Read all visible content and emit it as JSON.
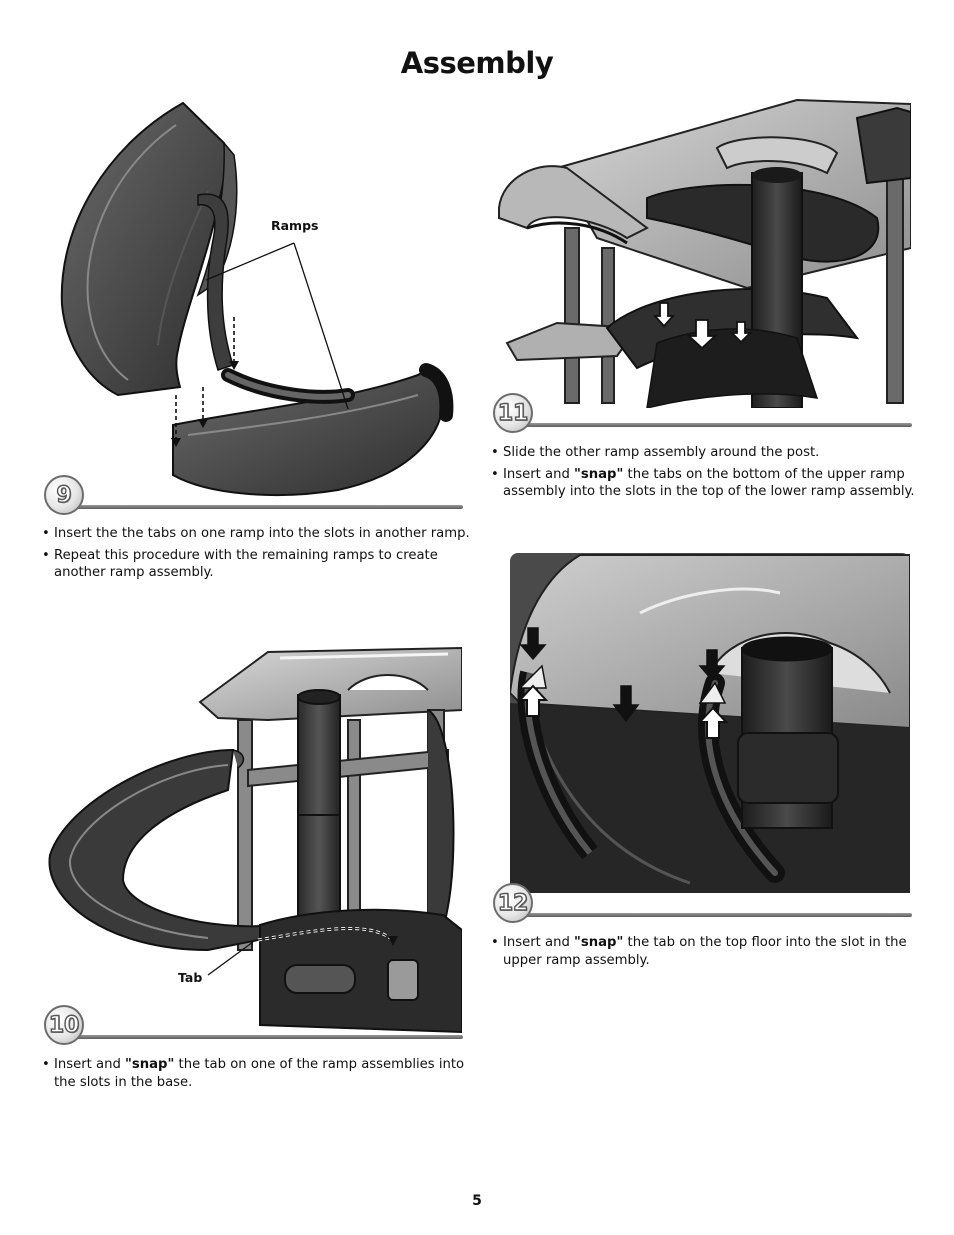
{
  "page": {
    "title": "Assembly",
    "page_number": "5"
  },
  "steps": [
    {
      "number": "9",
      "callout": "Ramps",
      "bullets": [
        {
          "text": "Insert the the tabs on one ramp into the slots in another ramp."
        },
        {
          "text": "Repeat this procedure with the remaining ramps to create another ramp assembly."
        }
      ]
    },
    {
      "number": "10",
      "callout": "Tab",
      "bullets": [
        {
          "before": "Insert and ",
          "bold": "\"snap\"",
          "after": " the tab on one of the ramp assemblies into the slots in the base."
        }
      ]
    },
    {
      "number": "11",
      "bullets": [
        {
          "text": "Slide the other ramp assembly around the post."
        },
        {
          "before": "Insert and ",
          "bold": "\"snap\"",
          "after": " the tabs on the bottom of the upper ramp assembly into the slots in the top of the lower ramp assembly."
        }
      ]
    },
    {
      "number": "12",
      "bullets": [
        {
          "before": "Insert and ",
          "bold": "\"snap\"",
          "after": " the tab on the top floor into the slot in the upper ramp assembly."
        }
      ]
    }
  ],
  "illustration_names": [
    "ramp-pieces-illustration",
    "ramp-to-base-illustration",
    "upper-ramp-illustration",
    "top-floor-illustration"
  ]
}
